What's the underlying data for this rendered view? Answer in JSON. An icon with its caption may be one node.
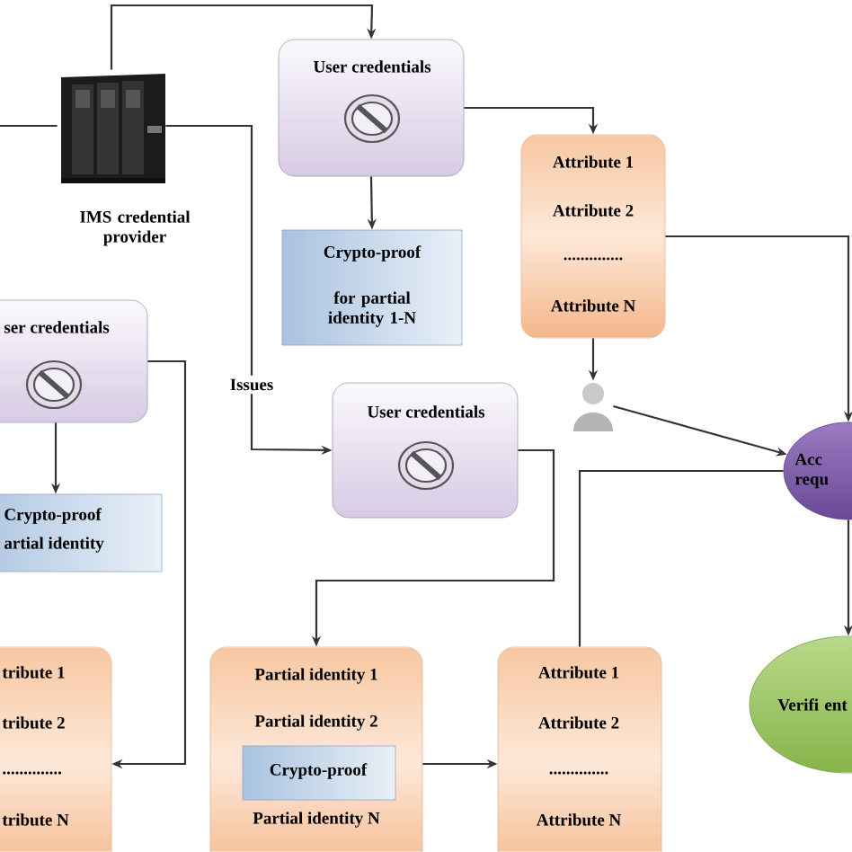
{
  "diagram": {
    "nodes": [
      {
        "text": [],
        "shape": "picture",
        "beside": [
          "IMS credential provider"
        ]
      },
      {
        "text": [
          "User credentials"
        ]
      },
      {
        "text": [
          "Crypto-proof",
          "for partial identity 1-N"
        ]
      },
      {
        "text": [
          "Attribute 1",
          "Attribute 2",
          "..............",
          "Attribute N"
        ]
      },
      {
        "text": [],
        "shape": "person"
      },
      {
        "text": [
          "ser credentials"
        ]
      },
      {
        "text": [
          "Crypto-proof",
          "artial identity"
        ]
      },
      {
        "text": [
          "User credentials"
        ]
      },
      {
        "text": [
          "tribute 1",
          "tribute 2",
          "..............",
          "tribute N"
        ]
      },
      {
        "text": [
          "Acc requ"
        ]
      },
      {
        "text": [
          "Partial identity 1",
          "Partial identity 2",
          "Partial identity N"
        ]
      },
      {
        "text": [
          "Crypto-proof"
        ],
        "in": 10
      },
      {
        "text": [
          "Attribute 1",
          "Attribute 2",
          "..............",
          "Attribute N"
        ]
      },
      {
        "text": [
          "Verifi ent"
        ]
      }
    ],
    "edges": [
      {
        "from": 0,
        "to": 1,
        "arrow": "to"
      },
      {
        "from": 0,
        "to": null,
        "arrow": "none"
      },
      {
        "from": 0,
        "to": 7,
        "arrow": "to",
        "label": "Issues"
      },
      {
        "from": 1,
        "to": 3,
        "arrow": "to"
      },
      {
        "from": 1,
        "to": 2,
        "arrow": "to"
      },
      {
        "from": 3,
        "to": 9,
        "arrow": "to"
      },
      {
        "from": 3,
        "to": 4,
        "arrow": "to"
      },
      {
        "from": 4,
        "to": 9,
        "arrow": "to"
      },
      {
        "from": 5,
        "to": 6,
        "arrow": "to"
      },
      {
        "from": 5,
        "to": 8,
        "arrow": "to"
      },
      {
        "from": 7,
        "to": 10,
        "arrow": "to"
      },
      {
        "from": 10,
        "to": 12,
        "arrow": "to"
      },
      {
        "from": 12,
        "to": 9,
        "arrow": "none"
      },
      {
        "from": 9,
        "to": 13,
        "arrow": "to"
      }
    ]
  }
}
